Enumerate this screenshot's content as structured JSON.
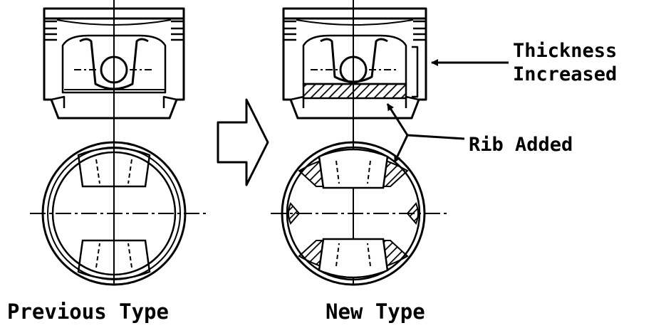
{
  "captions": {
    "previous": "Previous Type",
    "new": "New Type"
  },
  "callouts": {
    "thickness_line1": "Thickness",
    "thickness_line2": "Increased",
    "rib": "Rib Added"
  },
  "colors": {
    "ink": "#000000",
    "paper": "#ffffff"
  }
}
